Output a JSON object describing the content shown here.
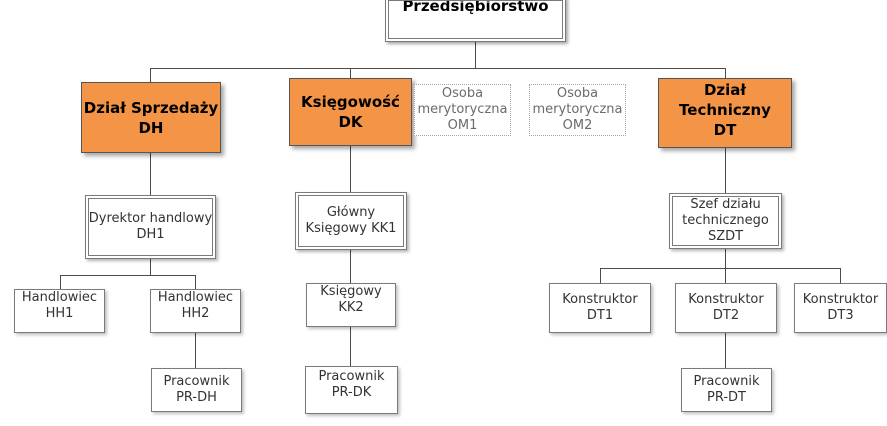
{
  "diagram": {
    "root": {
      "label": "Przedsiębiorstwo"
    },
    "departments": [
      {
        "label": "Dział Sprzedaży\nDH"
      },
      {
        "label": "Księgowość\nDK"
      },
      {
        "label": "Dział Techniczny\nDT"
      }
    ],
    "advisors": [
      {
        "label": "Osoba\nmerytoryczna\nOM1"
      },
      {
        "label": "Osoba\nmerytoryczna\nOM2"
      }
    ],
    "sales": {
      "director": "Dyrektor handlowy\nDH1",
      "reps": [
        "Handlowiec\nHH1",
        "Handlowiec\nHH2"
      ],
      "worker": "Pracownik\nPR-DH"
    },
    "accounting": {
      "chief": "Główny\nKsięgowy KK1",
      "accountant": "Księgowy\nKK2",
      "worker": "Pracownik\nPR-DK"
    },
    "technical": {
      "head": "Szef działu\ntechnicznego\nSZDT",
      "designers": [
        "Konstruktor\nDT1",
        "Konstruktor\nDT2",
        "Konstruktor\nDT3"
      ],
      "worker": "Pracownik\nPR-DT"
    }
  }
}
